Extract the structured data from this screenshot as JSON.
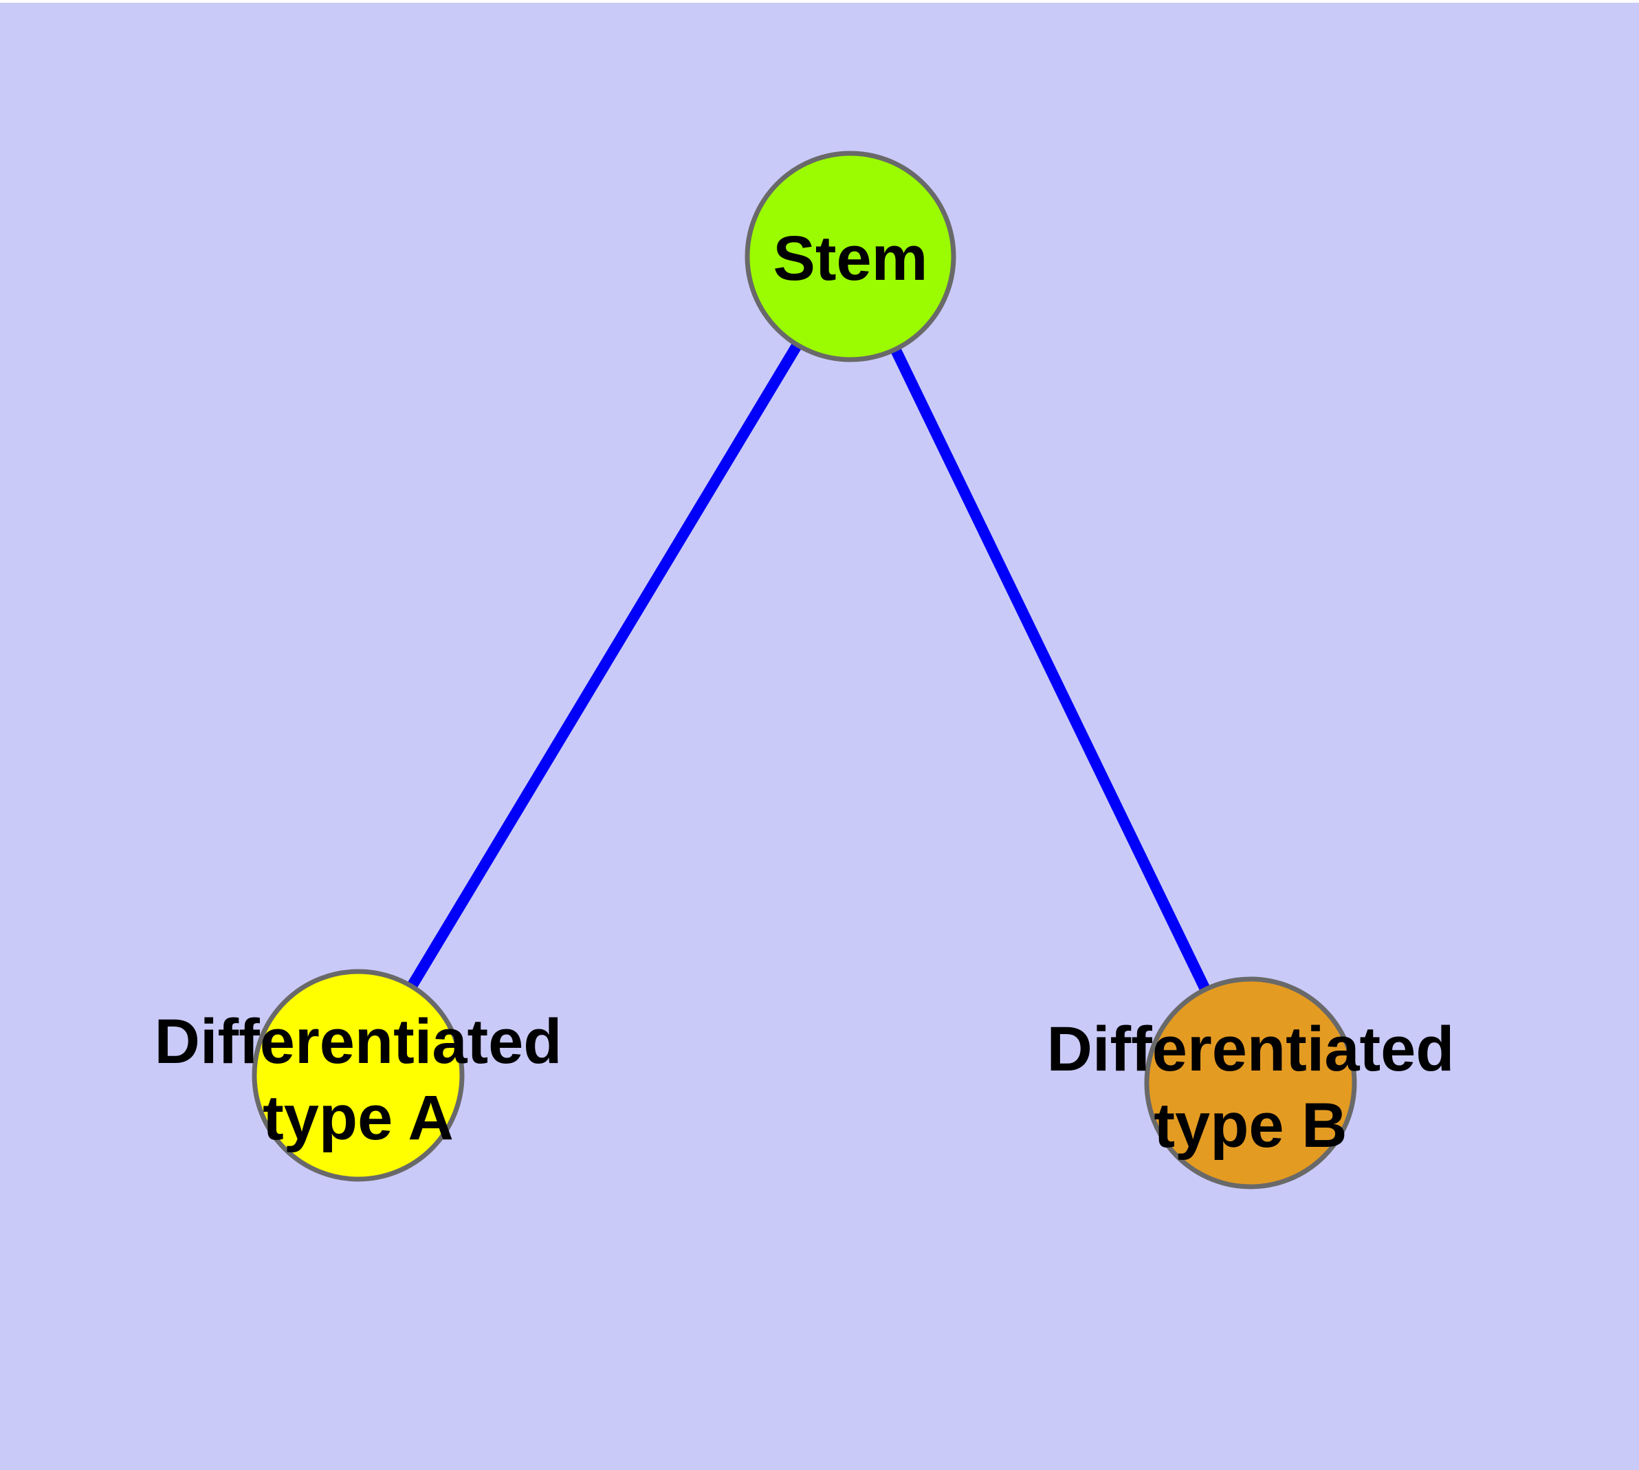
{
  "colors": {
    "background": "#CACAF9",
    "page_margin": "#FFFFFF",
    "edge_line": "#0000FA",
    "node_border": "#696969",
    "label_text": "#000000"
  },
  "nodes": {
    "stem": {
      "label": "Stem",
      "fill": "#9BFB00"
    },
    "type_a": {
      "label_line1": "Differentiated",
      "label_line2": "type A",
      "fill": "#FFFF00"
    },
    "type_b": {
      "label_line1": "Differentiated",
      "label_line2": "type B",
      "fill": "#E49B22"
    }
  },
  "edges": [
    {
      "from": "Stem",
      "to": "Differentiated type A"
    },
    {
      "from": "Stem",
      "to": "Differentiated type B"
    }
  ]
}
